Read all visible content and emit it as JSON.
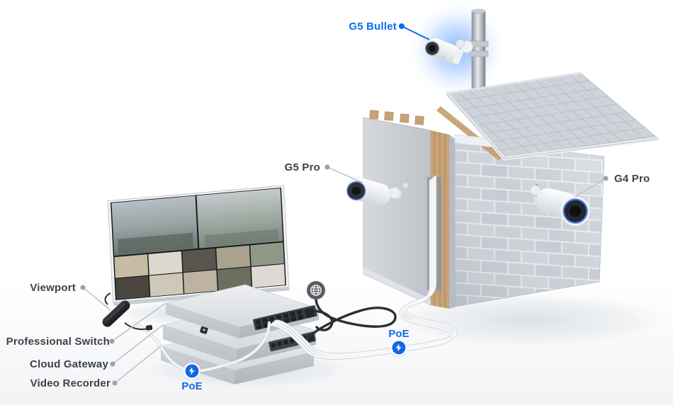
{
  "labels": {
    "g5_bullet": "G5 Bullet",
    "g5_pro": "G5 Pro",
    "g4_pro": "G4 Pro",
    "viewport": "Viewport",
    "professional_switch": "Professional Switch",
    "cloud_gateway": "Cloud Gateway",
    "video_recorder": "Video Recorder"
  },
  "badges": {
    "poe_left": "PoE",
    "poe_right": "PoE"
  },
  "icons": {
    "globe": "internet-globe-icon",
    "poe_bolt": "lightning-bolt-icon"
  },
  "colors": {
    "accent_blue": "#0b6cf0",
    "poe_badge_blue": "#1266e8",
    "camera_glow_blue": "#6ea8ff",
    "label_text": "#3d4248",
    "leader_line": "#bcc1c7",
    "cable_black": "#2b2e32",
    "cable_white": "#f7f8fa"
  }
}
